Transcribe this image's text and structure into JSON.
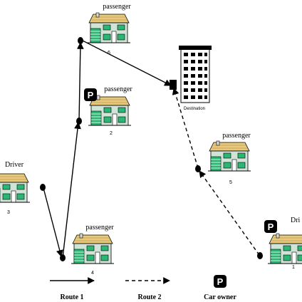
{
  "houses": {
    "h6": {
      "role": "passenger",
      "number": "6"
    },
    "h2": {
      "role": "passenger",
      "number": "2"
    },
    "h3": {
      "role": "Driver",
      "number": "3"
    },
    "h4": {
      "role": "passenger",
      "number": "4"
    },
    "h5": {
      "role": "passenger",
      "number": "5"
    },
    "h1": {
      "role": "Dri",
      "number": "1"
    }
  },
  "destination": {
    "label": "Destination"
  },
  "parking_icon_glyph": "P",
  "legend": {
    "route1": "Route 1",
    "route2": "Route 2",
    "car_owner": "Car owner"
  },
  "colors": {
    "roof": "#e8c87a",
    "wall": "#cfe3d6",
    "window": "#2bb673",
    "garage": "#2bb673",
    "ink": "#000000"
  }
}
